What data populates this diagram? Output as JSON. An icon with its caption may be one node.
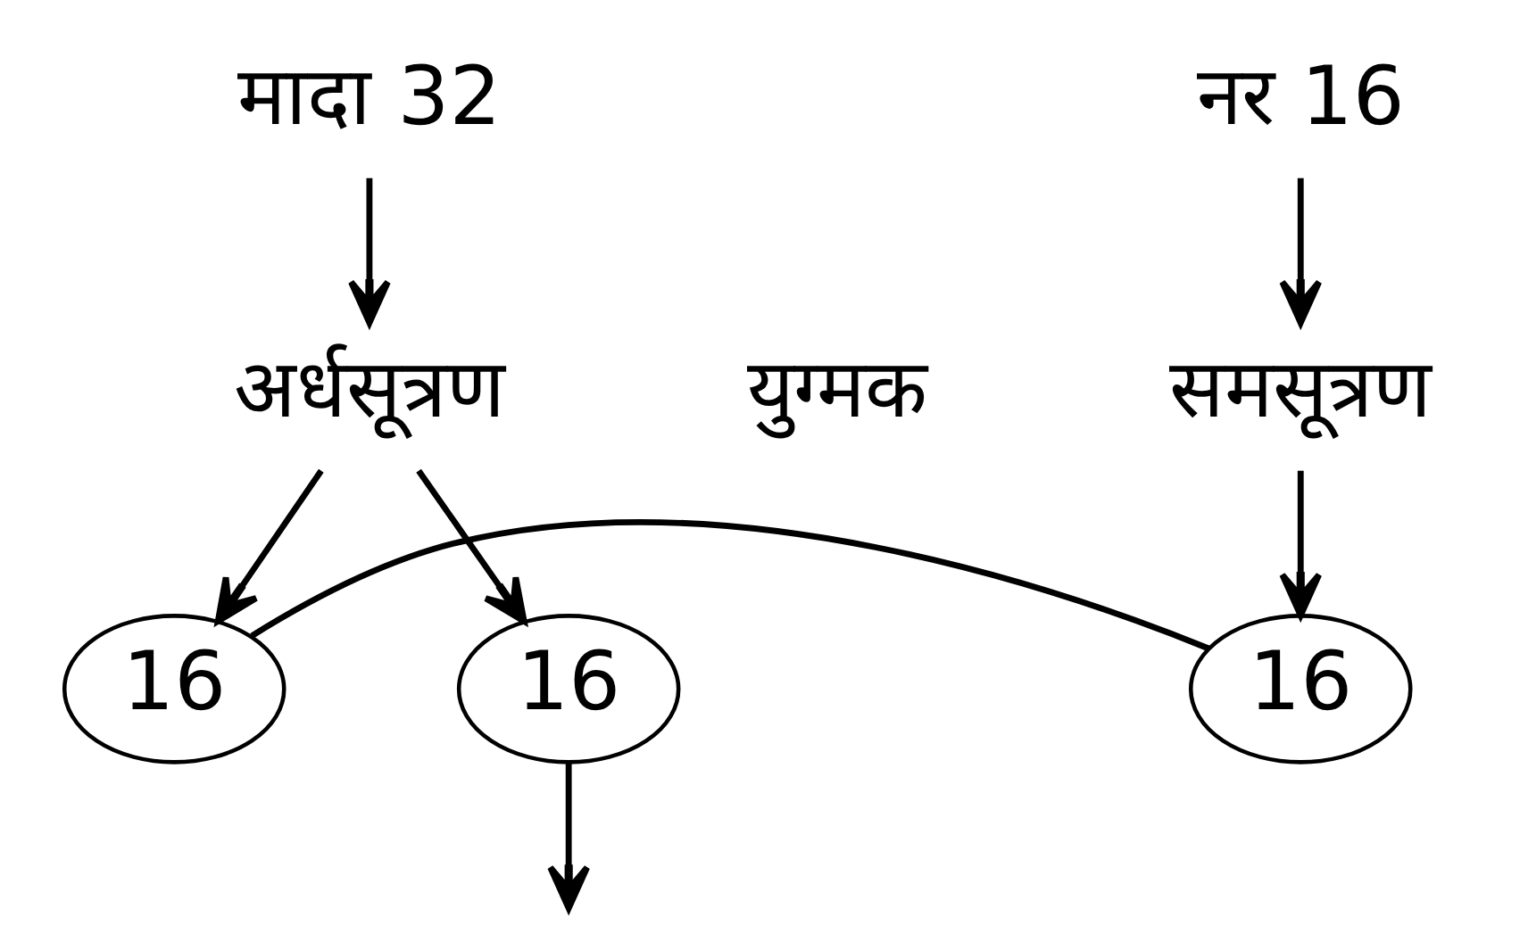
{
  "diagram": {
    "nodes": [
      {
        "text": [
          "मादा 32"
        ]
      },
      {
        "text": [
          "नर 16"
        ]
      },
      {
        "text": [
          "अर्धसूत्रण"
        ]
      },
      {
        "text": [
          "समसूत्रण"
        ]
      },
      {
        "text": [
          "16"
        ]
      },
      {
        "text": [
          "16"
        ]
      },
      {
        "text": [
          "16"
        ]
      }
    ],
    "edges": [
      {
        "from": 0,
        "to": 2,
        "arrow": "to"
      },
      {
        "from": 1,
        "to": 3,
        "arrow": "to"
      },
      {
        "from": 2,
        "to": 4,
        "arrow": "to"
      },
      {
        "from": 2,
        "to": 5,
        "arrow": "to"
      },
      {
        "from": 3,
        "to": 6,
        "arrow": "to"
      },
      {
        "from": 4,
        "to": null,
        "arrow": "to"
      },
      {
        "from": 5,
        "to": 6,
        "arrow": "none"
      }
    ],
    "labels": [
      "युग्मक"
    ]
  }
}
